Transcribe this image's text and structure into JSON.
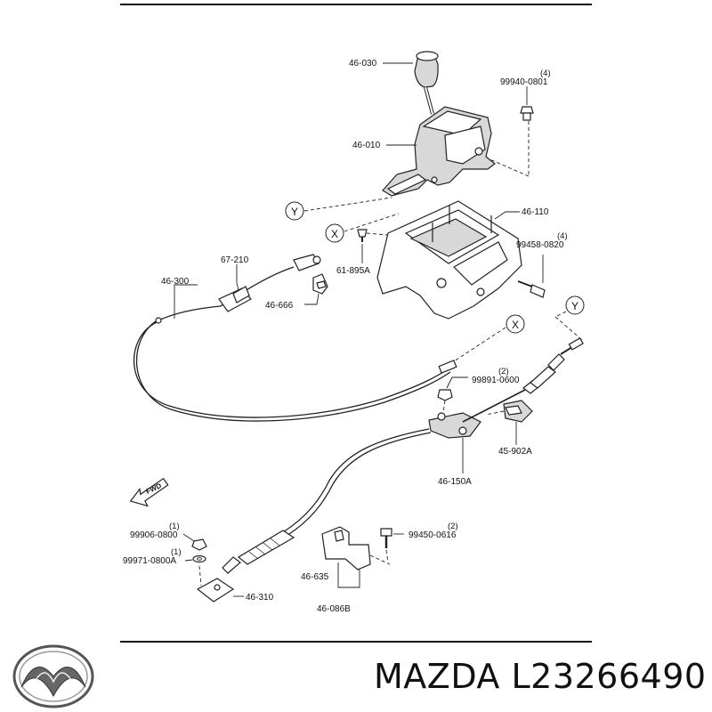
{
  "brand": {
    "title": "MAZDA L23266490",
    "logo": "mazda-logo-icon"
  },
  "labels": {
    "p46_030": "46-030",
    "p99940": "99940-0801",
    "p99940_qty": "(4)",
    "p46_010": "46-010",
    "p46_110": "46-110",
    "p99458": "99458-0820",
    "p99458_qty": "(4)",
    "p61_895a": "61-895A",
    "p67_210": "67-210",
    "p46_300": "46-300",
    "p46_666": "46-666",
    "p99891": "99891-0600",
    "p99891_qty": "(2)",
    "p45_902a": "45-902A",
    "p46_150a": "46-150A",
    "p99906": "99906-0800",
    "p99906_qty": "(1)",
    "p99971": "99971-0800A",
    "p99971_qty": "(1)",
    "p99450": "99450-0616",
    "p99450_qty": "(2)",
    "p46_635": "46-635",
    "p46_310": "46-310",
    "p46_086b": "46-086B"
  },
  "refs": {
    "y": "Y",
    "x": "X"
  },
  "fwd": "FWD"
}
